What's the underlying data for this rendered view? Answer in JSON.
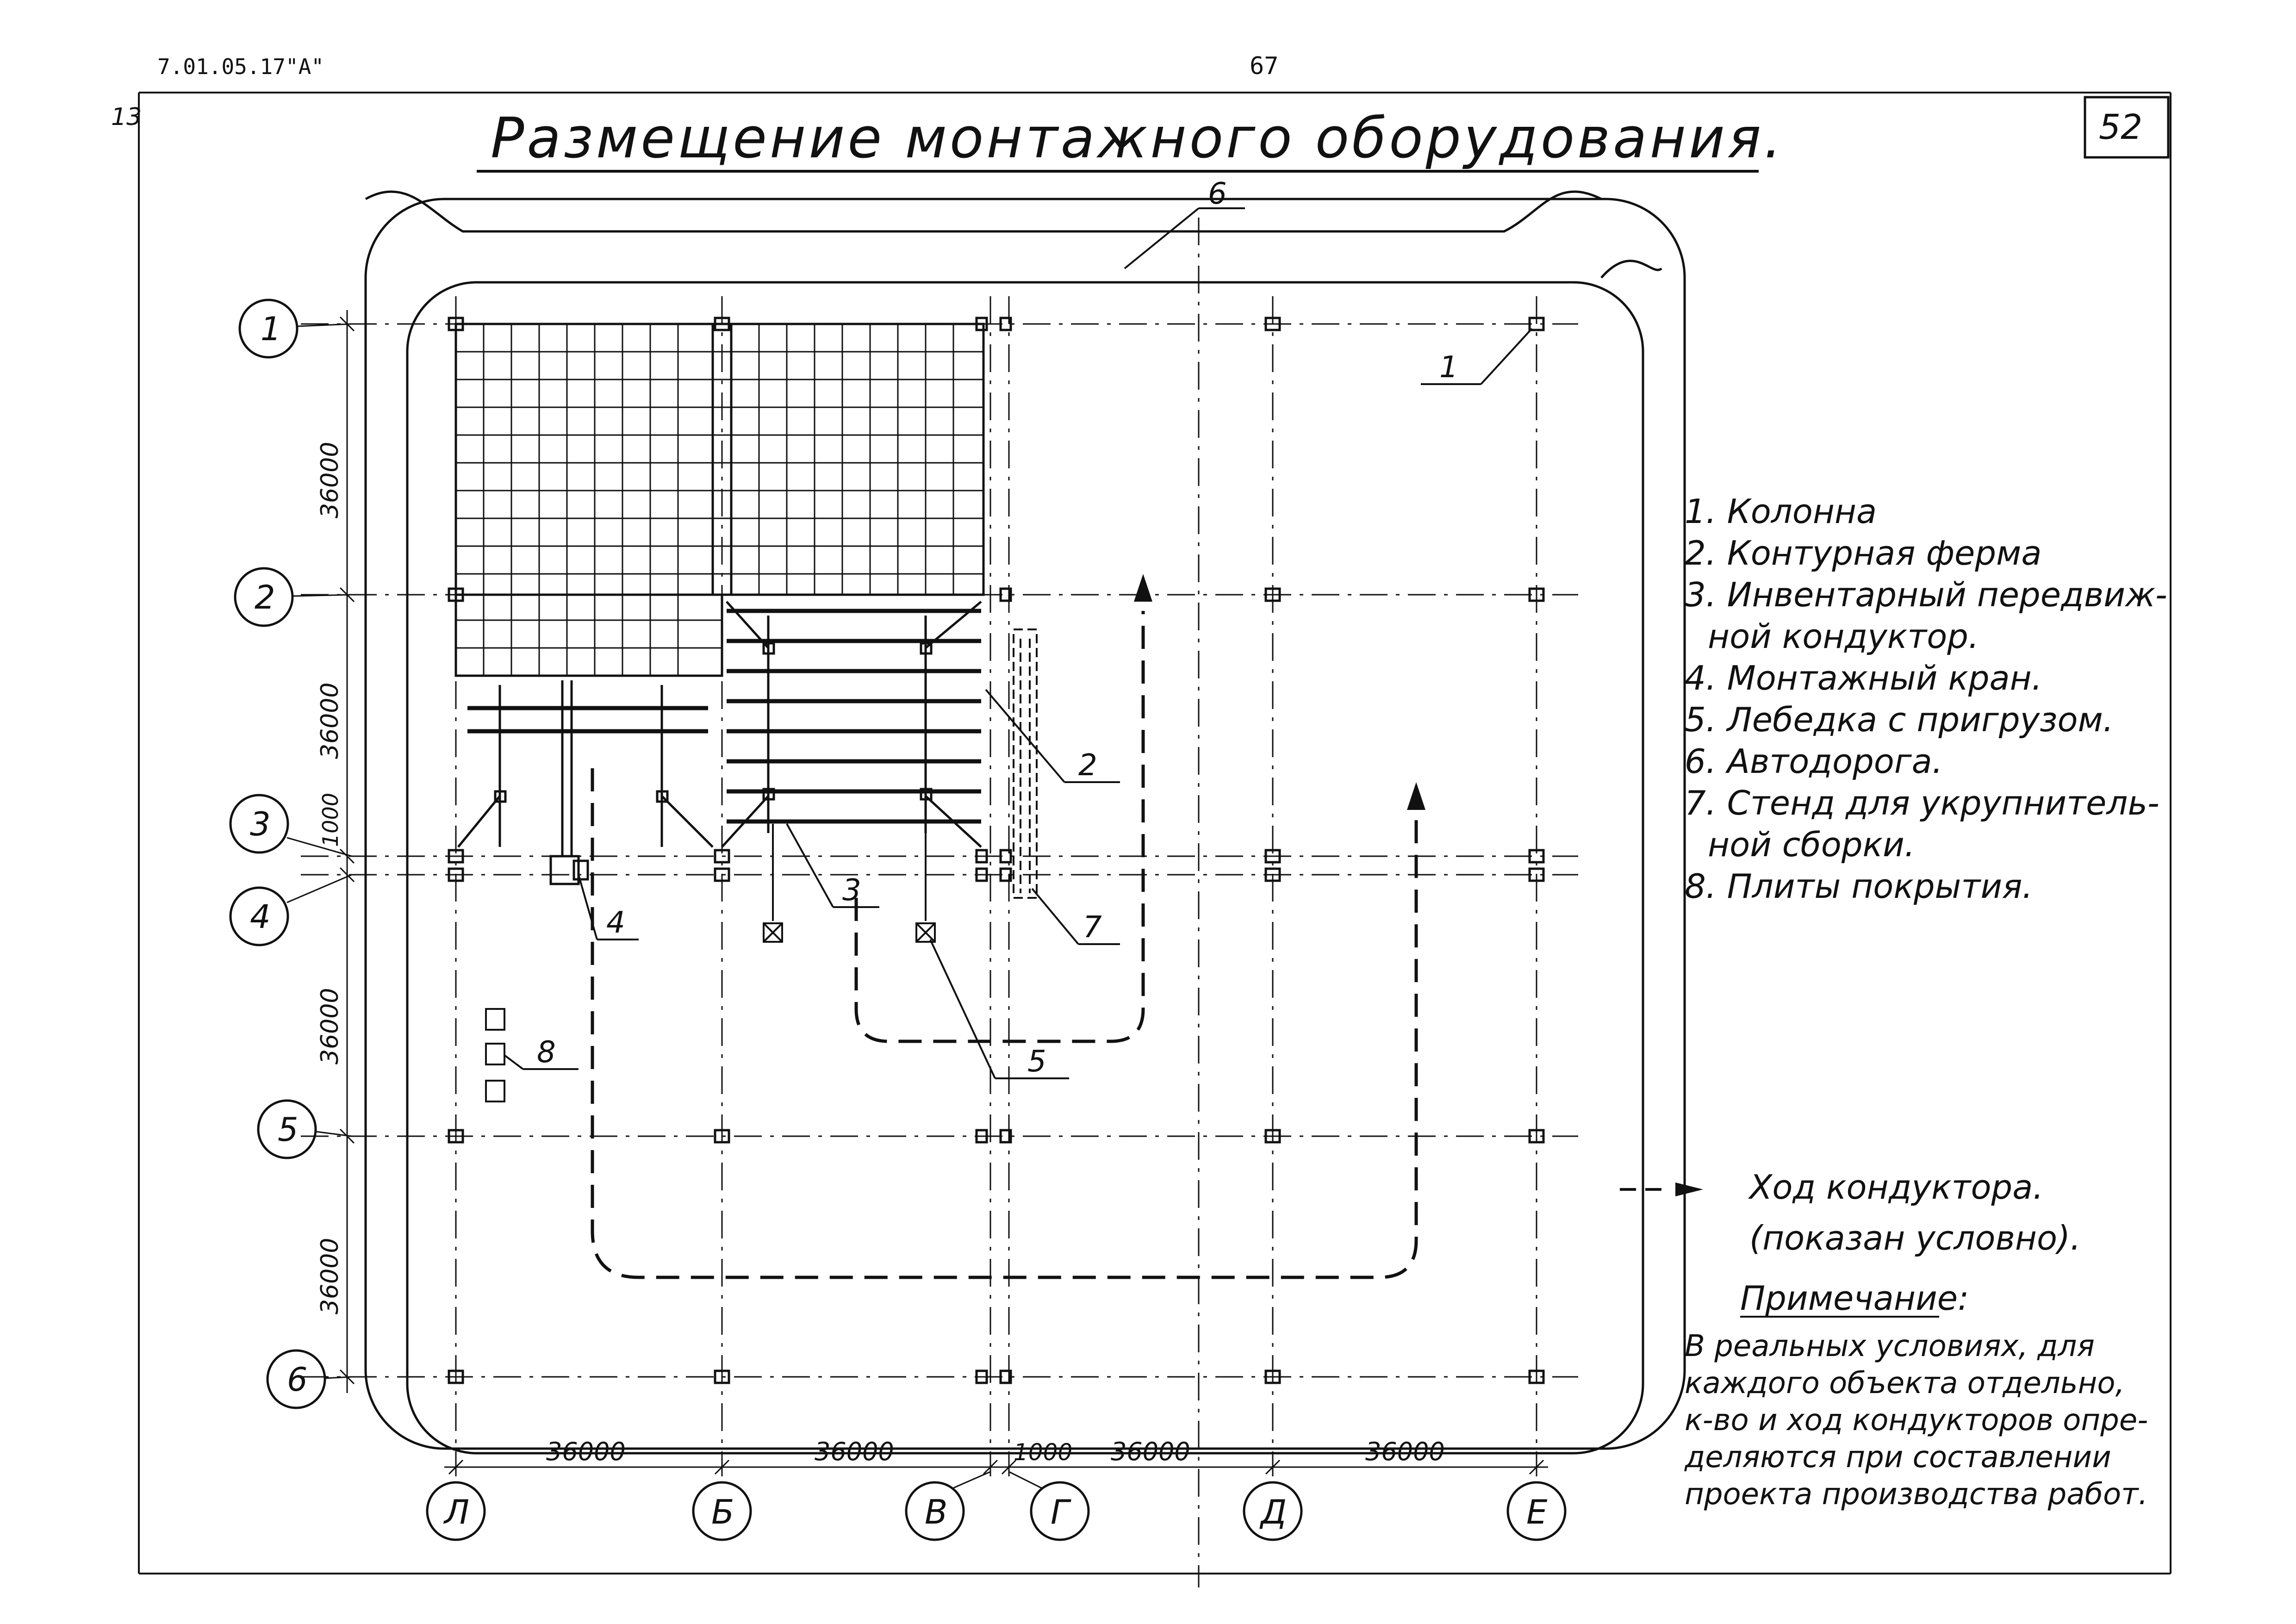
{
  "header": {
    "doc_code": "7.01.05.17\"А\"",
    "page_number": "67",
    "corner_mark": "13",
    "sheet_number": "52",
    "title": "Размещение монтажного оборудования."
  },
  "axes": {
    "rows": [
      "1",
      "2",
      "3",
      "4",
      "5",
      "6"
    ],
    "columns": [
      "Л",
      "Б",
      "В",
      "Г",
      "Д",
      "Е"
    ]
  },
  "dimensions": {
    "vertical": [
      "36000",
      "36000",
      "1000",
      "36000",
      "36000"
    ],
    "horizontal": [
      "36000",
      "36000",
      "1000",
      "36000",
      "36000"
    ]
  },
  "callouts": [
    "1",
    "2",
    "3",
    "4",
    "5",
    "6",
    "7",
    "8"
  ],
  "legend": {
    "items": [
      "1. Колонна",
      "2. Контурная ферма",
      "3. Инвентарный передвиж-",
      "ной кондуктор.",
      "4. Монтажный кран.",
      "5. Лебедка с пригрузом.",
      "6. Автодорога.",
      "7. Стенд для укрупнитель-",
      "ной сборки.",
      "8. Плиты покрытия."
    ],
    "path_label": "Ход кондуктора.",
    "path_note": "(показан условно)."
  },
  "note": {
    "heading": "Примечание:",
    "lines": [
      "В реальных условиях, для",
      "каждого объекта отдельно,",
      "к-во и ход кондукторов опре-",
      "деляются при составлении",
      "проекта производства работ."
    ]
  }
}
